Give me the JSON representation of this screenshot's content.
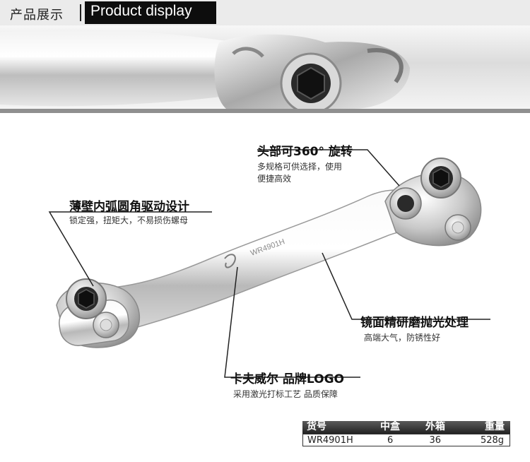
{
  "header": {
    "title_cn": "产品展示",
    "title_en": "Product display"
  },
  "product": {
    "engraving": "WR4901H"
  },
  "callouts": [
    {
      "title": "头部可360° 旋转",
      "desc_lines": [
        "多规格可供选择，使用",
        "便捷高效"
      ]
    },
    {
      "title": "薄壁内弧圆角驱动设计",
      "desc_lines": [
        "锁定强，扭矩大，不易损伤螺母"
      ]
    },
    {
      "title": "镜面精研磨抛光处理",
      "desc_lines": [
        "高端大气，防锈性好"
      ]
    },
    {
      "title": "卡夫威尔 品牌LOGO",
      "desc_lines": [
        "采用激光打标工艺 品质保障"
      ]
    }
  ],
  "spec_table": {
    "headers": [
      "货号",
      "中盒",
      "外箱",
      "重量"
    ],
    "row": [
      "WR4901H",
      "6",
      "36",
      "528g"
    ]
  },
  "colors": {
    "header_bg": "#ebebeb",
    "title_en_bg": "#0d0d0d",
    "divider": "#8f8f8f",
    "table_head": "#333333"
  }
}
